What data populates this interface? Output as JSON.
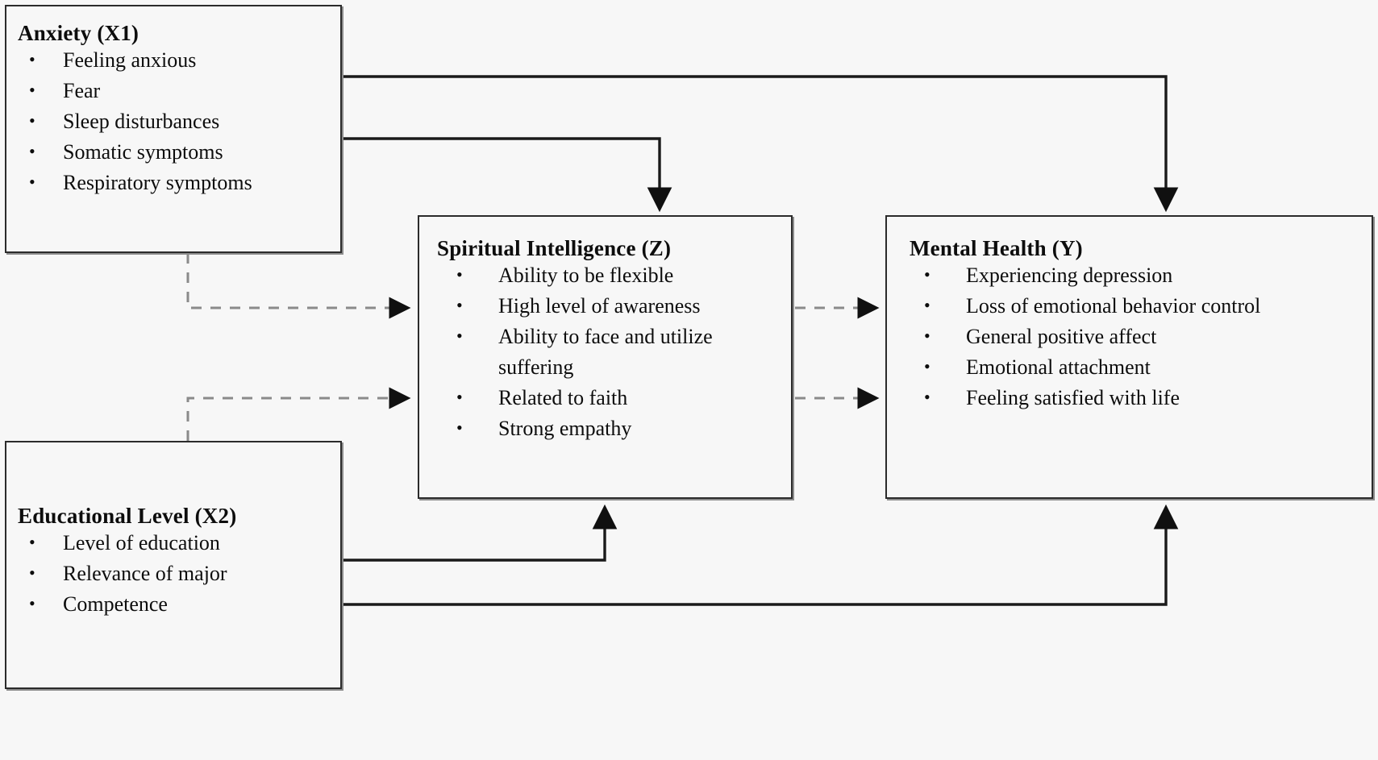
{
  "diagram": {
    "type": "conceptual-framework",
    "nodes": [
      {
        "id": "anxiety",
        "title": "Anxiety (X1)",
        "items": [
          "Feeling anxious",
          "Fear",
          "Sleep disturbances",
          "Somatic symptoms",
          "Respiratory symptoms"
        ]
      },
      {
        "id": "education",
        "title": "Educational Level (X2)",
        "items": [
          "Level of education",
          "Relevance of major",
          "Competence"
        ]
      },
      {
        "id": "spiritual",
        "title": "Spiritual Intelligence (Z)",
        "items": [
          "Ability to be flexible",
          "High level of awareness",
          "Ability to face and utilize suffering",
          "Related to faith",
          "Strong empathy"
        ]
      },
      {
        "id": "mental",
        "title": "Mental Health (Y)",
        "items": [
          "Experiencing depression",
          "Loss of emotional behavior control",
          "General positive affect",
          "Emotional attachment",
          "Feeling satisfied with life"
        ]
      }
    ],
    "edges": [
      {
        "id": "anxiety-to-mental",
        "from": "anxiety",
        "to": "mental",
        "style": "solid",
        "label": ""
      },
      {
        "id": "anxiety-to-spiritual",
        "from": "anxiety",
        "to": "spiritual",
        "style": "solid",
        "label": ""
      },
      {
        "id": "anxiety-to-spiritual-indirect",
        "from": "anxiety",
        "to": "spiritual",
        "style": "dashed",
        "label": ""
      },
      {
        "id": "education-to-spiritual-indirect",
        "from": "education",
        "to": "spiritual",
        "style": "dashed",
        "label": ""
      },
      {
        "id": "spiritual-to-mental-upper",
        "from": "spiritual",
        "to": "mental",
        "style": "dashed",
        "label": ""
      },
      {
        "id": "spiritual-to-mental-lower",
        "from": "spiritual",
        "to": "mental",
        "style": "dashed",
        "label": ""
      },
      {
        "id": "education-to-spiritual",
        "from": "education",
        "to": "spiritual",
        "style": "solid",
        "label": ""
      },
      {
        "id": "education-to-mental",
        "from": "education",
        "to": "mental",
        "style": "solid",
        "label": ""
      }
    ],
    "bullet_glyph": "•",
    "colors": {
      "background": "#f7f7f7",
      "node_border": "#2b2b2b",
      "node_fill": "#f7f7f7",
      "node_shadow": "#8c8c8c",
      "text": "#0d0d0d",
      "solid_edge": "#1a1a1a",
      "dashed_edge": "#8a8a8a"
    }
  }
}
